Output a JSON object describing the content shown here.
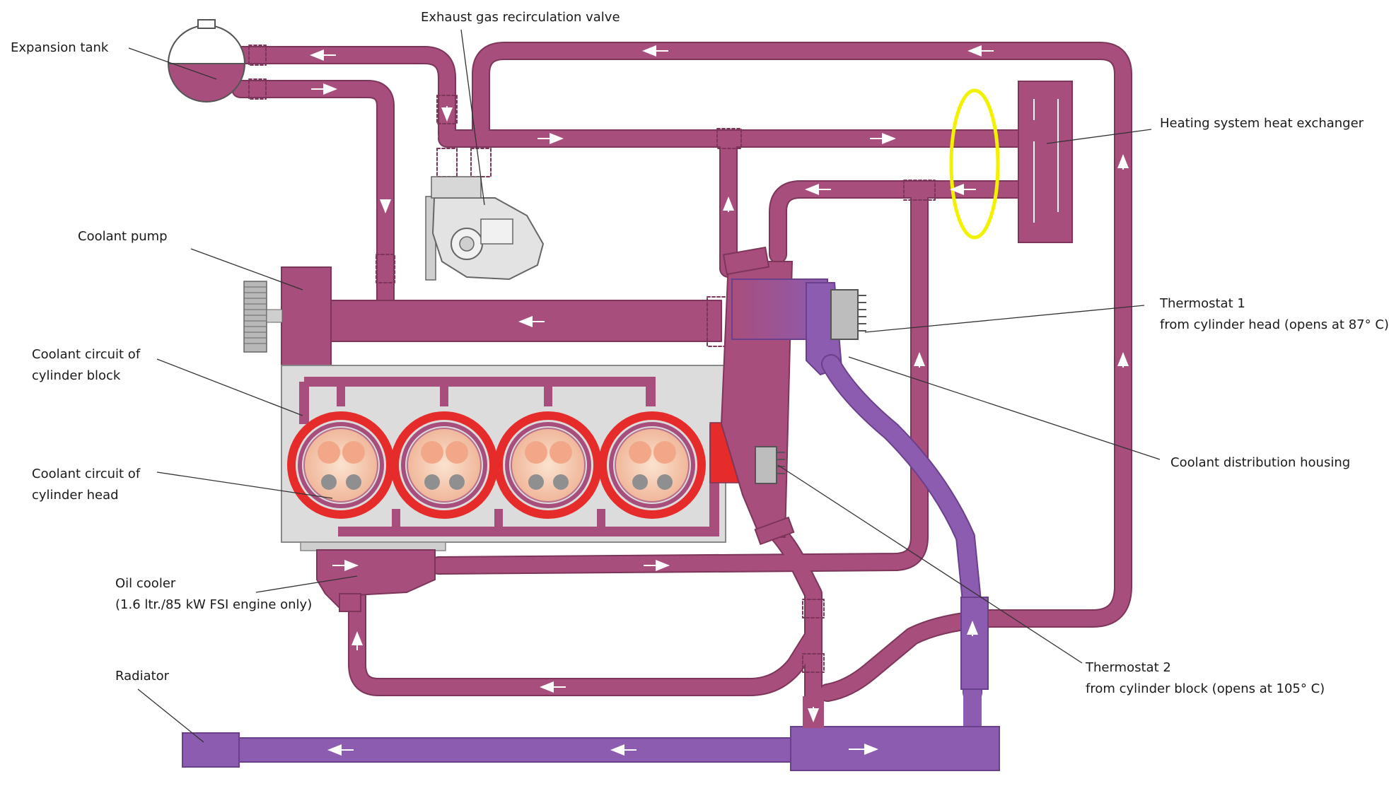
{
  "labels": {
    "expansion_tank": "Expansion tank",
    "egr_valve": "Exhaust gas recirculation valve",
    "heat_exchanger": "Heating system heat exchanger",
    "coolant_pump": "Coolant pump",
    "thermostat1_title": "Thermostat 1",
    "thermostat1_desc": "from cylinder head (opens at 87° C)",
    "block_circuit_l1": "Coolant circuit of",
    "block_circuit_l2": "cylinder block",
    "distribution_housing": "Coolant distribution housing",
    "head_circuit_l1": "Coolant circuit of",
    "head_circuit_l2": "cylinder head",
    "oil_cooler_l1": "Oil cooler",
    "oil_cooler_l2": "(1.6 ltr./85 kW FSI engine only)",
    "thermostat2_title": "Thermostat 2",
    "thermostat2_desc": "from cylinder block (opens at 105° C)",
    "radiator": "Radiator"
  },
  "colors": {
    "hot_pipe": "#a84e7c",
    "pipe_edge": "#7d3559",
    "cold_pipe": "#8c5cb0",
    "cold_edge": "#6a3f8c",
    "engine_block": "#dcdcdc",
    "hot_circuit": "#e62b2b",
    "highlight_ring": "#f2f200"
  }
}
